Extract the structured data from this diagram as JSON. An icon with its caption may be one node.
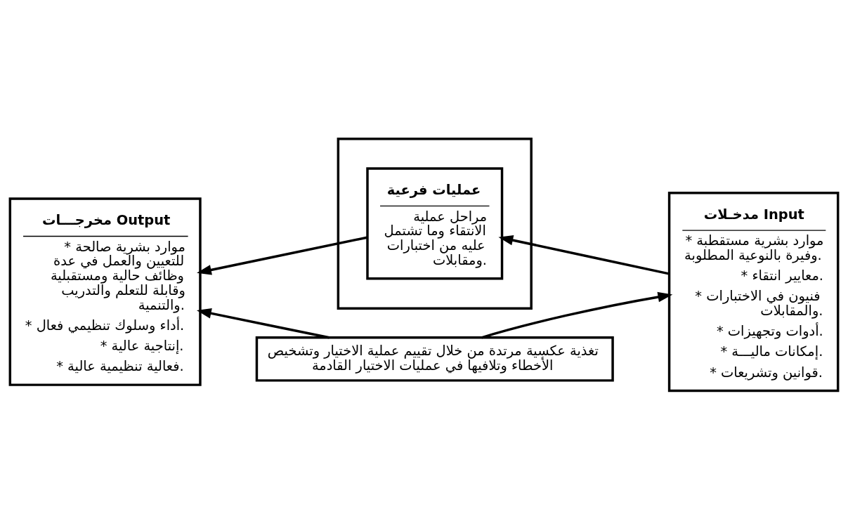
{
  "diagram": {
    "nodes": [
      {
        "text": [
          "مدخـلات Input",
          "* موارد بشرية مستقطبة وفيرة بالنوعية المطلوبة.",
          "* معايير انتقاء.",
          "* فنيون في الاختبارات والمقابلات.",
          "* أدوات وتجهيزات.",
          "* إمكانات ماليـــة.",
          "* قوانين وتشريعات."
        ]
      },
      {
        "text": [],
        "shape": "box"
      },
      {
        "text": [
          "عمليات فرعية",
          "مراحل عملية الانتقاء وما تشتمل عليه من اختبارات ومقابلات."
        ],
        "in": 1
      },
      {
        "text": [
          "مخرجـــات Output",
          "* موارد بشرية صالحة للتعيين والعمل في عدة وظائف حالية ومستقبلية وقابلة للتعلم والتدريب والتنمية.",
          "* أداء وسلوك تنظيمي فعال.",
          "* إنتاجية عالية.",
          "* فعالية تنظيمية عالية."
        ]
      },
      {
        "text": [
          "تغذية عكسية مرتدة من خلال تقييم عملية الاختيار وتشخيص الأخطاء وتلافيها في عمليات الاختيار القادمة"
        ]
      }
    ],
    "edges": [
      {
        "from": 0,
        "to": 2,
        "arrow": "to"
      },
      {
        "from": 2,
        "to": 3,
        "arrow": "to"
      },
      {
        "from": 4,
        "to": 3,
        "arrow": "to"
      },
      {
        "from": 4,
        "to": 0,
        "arrow": "to"
      }
    ]
  }
}
